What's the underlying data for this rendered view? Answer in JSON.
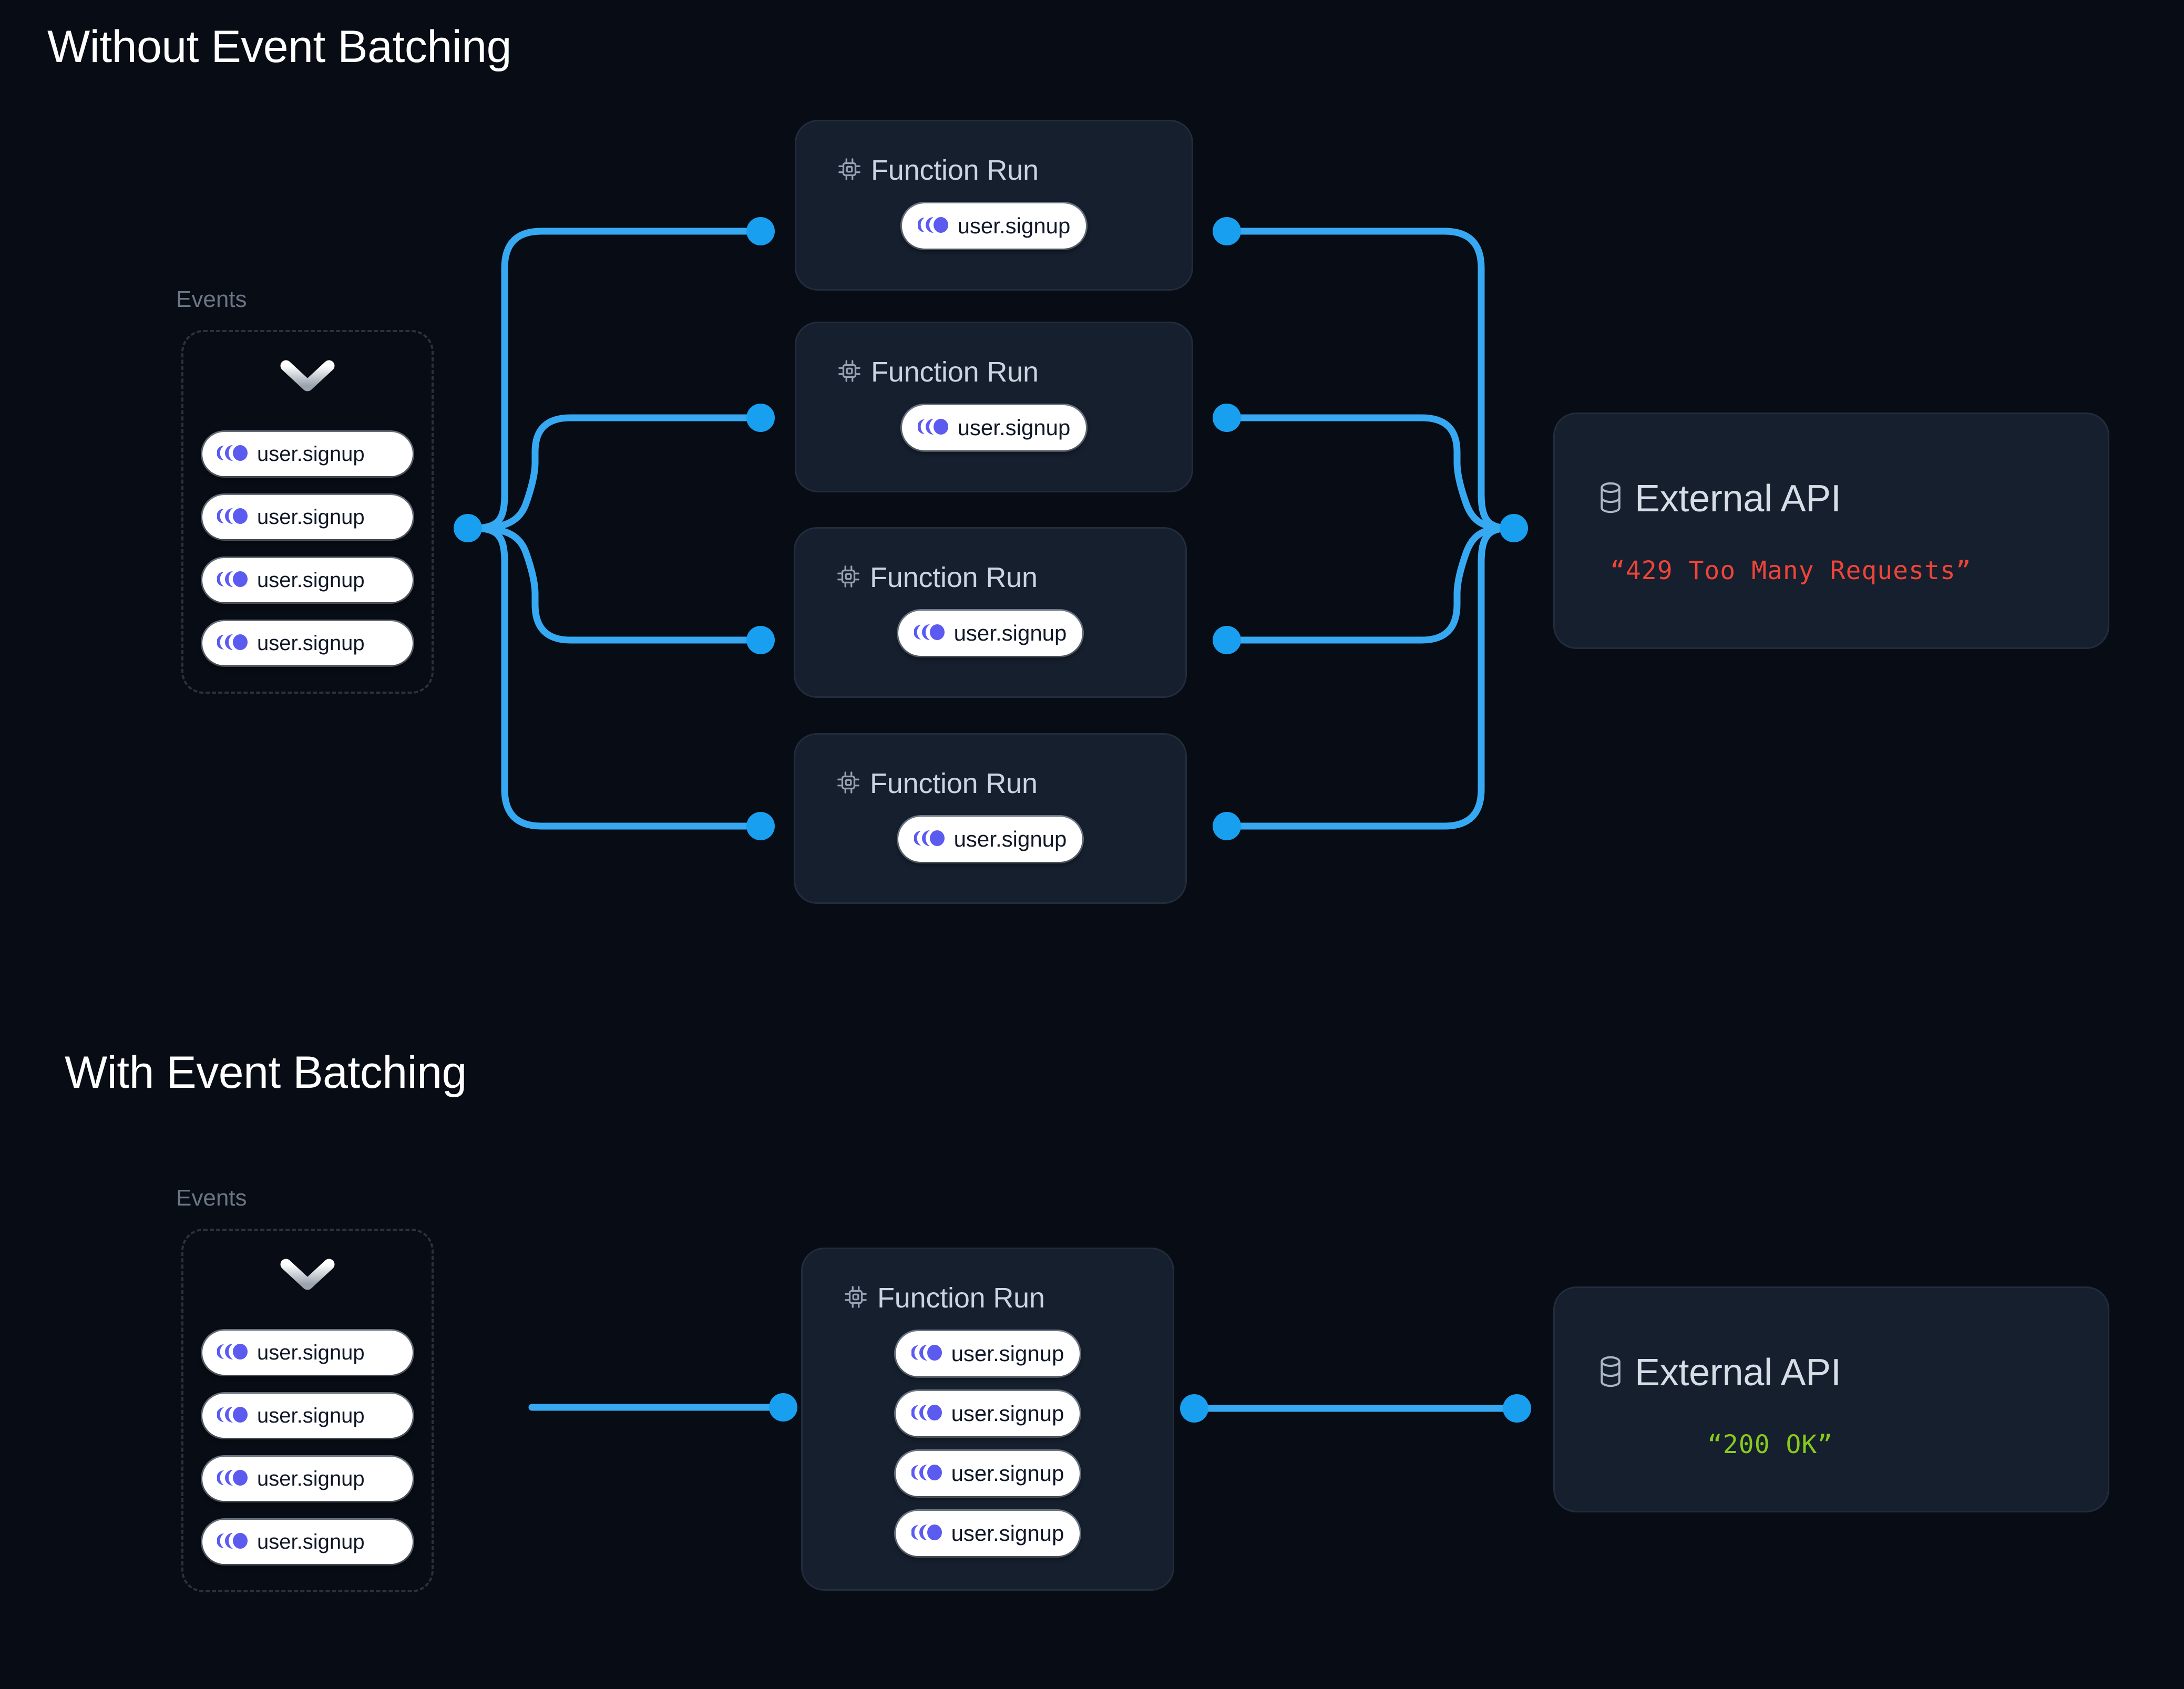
{
  "page": {
    "background": "#080c14",
    "accent_connector": "#36a9f2",
    "accent_event": "#5b5bf0",
    "status_error_color": "#f04438",
    "status_ok_color": "#86cb1b"
  },
  "sections": [
    {
      "id": "without-batching",
      "title": "Without Event Batching",
      "events_group": {
        "label": "Events",
        "chevron_icon": "chevron-down-icon",
        "events": [
          {
            "icon": "event-stream-icon",
            "label": "user.signup"
          },
          {
            "icon": "event-stream-icon",
            "label": "user.signup"
          },
          {
            "icon": "event-stream-icon",
            "label": "user.signup"
          },
          {
            "icon": "event-stream-icon",
            "label": "user.signup"
          }
        ]
      },
      "function_runs": [
        {
          "icon": "cpu-chip-icon",
          "title": "Function Run",
          "events": [
            {
              "icon": "event-stream-icon",
              "label": "user.signup"
            }
          ]
        },
        {
          "icon": "cpu-chip-icon",
          "title": "Function Run",
          "events": [
            {
              "icon": "event-stream-icon",
              "label": "user.signup"
            }
          ]
        },
        {
          "icon": "cpu-chip-icon",
          "title": "Function Run",
          "events": [
            {
              "icon": "event-stream-icon",
              "label": "user.signup"
            }
          ]
        },
        {
          "icon": "cpu-chip-icon",
          "title": "Function Run",
          "events": [
            {
              "icon": "event-stream-icon",
              "label": "user.signup"
            }
          ]
        }
      ],
      "external_api": {
        "icon": "database-icon",
        "title": "External API",
        "status": "“429 Too Many Requests”",
        "status_kind": "error"
      }
    },
    {
      "id": "with-batching",
      "title": "With Event Batching",
      "events_group": {
        "label": "Events",
        "chevron_icon": "chevron-down-icon",
        "events": [
          {
            "icon": "event-stream-icon",
            "label": "user.signup"
          },
          {
            "icon": "event-stream-icon",
            "label": "user.signup"
          },
          {
            "icon": "event-stream-icon",
            "label": "user.signup"
          },
          {
            "icon": "event-stream-icon",
            "label": "user.signup"
          }
        ]
      },
      "function_runs": [
        {
          "icon": "cpu-chip-icon",
          "title": "Function Run",
          "events": [
            {
              "icon": "event-stream-icon",
              "label": "user.signup"
            },
            {
              "icon": "event-stream-icon",
              "label": "user.signup"
            },
            {
              "icon": "event-stream-icon",
              "label": "user.signup"
            },
            {
              "icon": "event-stream-icon",
              "label": "user.signup"
            }
          ]
        }
      ],
      "external_api": {
        "icon": "database-icon",
        "title": "External API",
        "status": "“200 OK”",
        "status_kind": "ok"
      }
    }
  ]
}
